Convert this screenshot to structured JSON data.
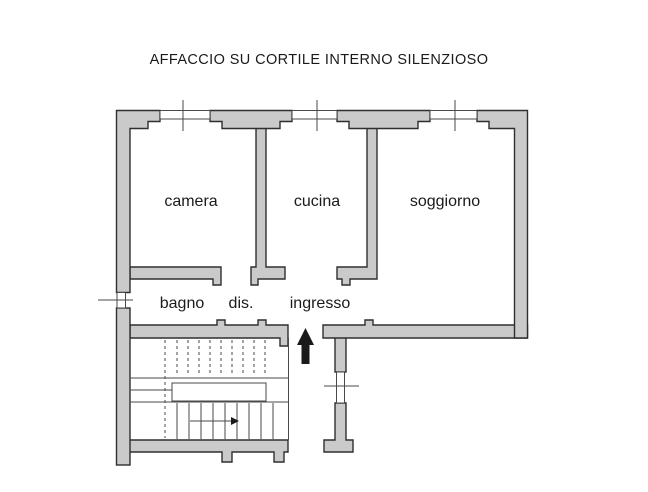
{
  "title": "AFFACCIO SU CORTILE INTERNO SILENZIOSO",
  "rooms": {
    "camera": "camera",
    "cucina": "cucina",
    "soggiorno": "soggiorno",
    "bagno": "bagno",
    "dis": "dis.",
    "ingresso": "ingresso"
  },
  "colors": {
    "background": "#ffffff",
    "wall_fill": "#cacaca",
    "wall_stroke": "#2f2f2f",
    "thin_line": "#4a4a4a",
    "window_fill": "#ffffff",
    "ink": "#1a1a1a"
  }
}
